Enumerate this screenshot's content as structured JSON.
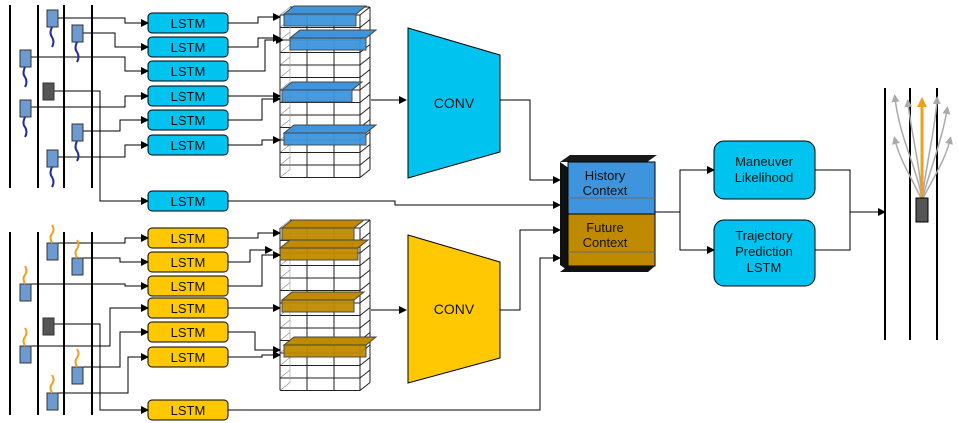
{
  "colors": {
    "history_blue": "#3f95dd",
    "lstm_cyan": "#00c3f0",
    "future_gold": "#c08a00",
    "lstm_yellow": "#ffc800",
    "vehicle_blue": "#6d9bd1",
    "ego_dark": "#555555",
    "traj_history": "#1f2c9e",
    "traj_future": "#f0a020",
    "pred_main": "#f0a020",
    "pred_alt": "#aaaaaa"
  },
  "history_branch": {
    "lstm_label": "LSTM",
    "conv_label": "CONV"
  },
  "future_branch": {
    "lstm_label": "LSTM",
    "conv_label": "CONV"
  },
  "context": {
    "history_line1": "History",
    "history_line2": "Context",
    "future_line1": "Future",
    "future_line2": "Context"
  },
  "outputs": {
    "maneuver_line1": "Maneuver",
    "maneuver_line2": "Likelihood",
    "trajectory_line1": "Trajectory",
    "trajectory_line2": "Prediction",
    "trajectory_line3": "LSTM"
  }
}
